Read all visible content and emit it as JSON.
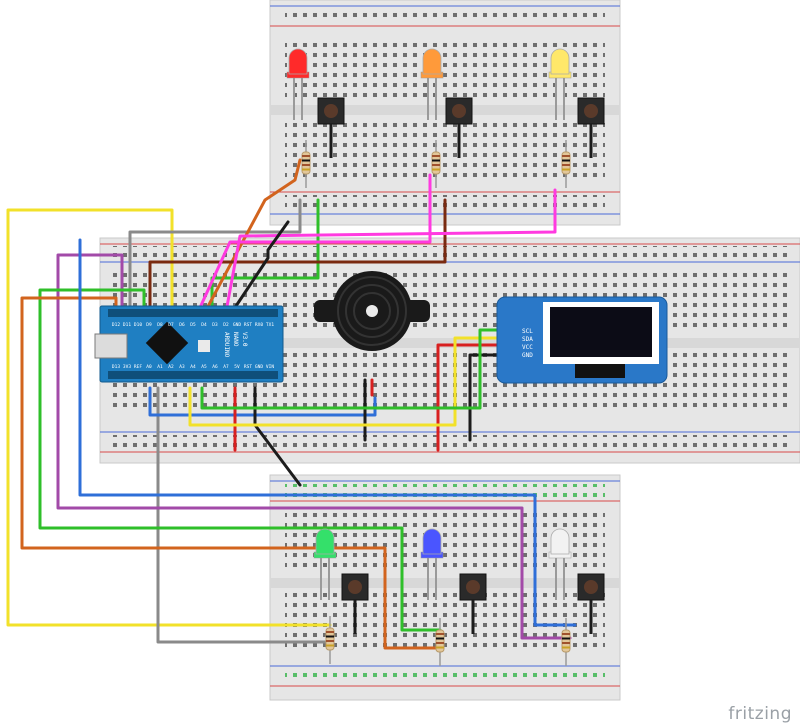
{
  "watermark": "fritzing",
  "nano": {
    "name_line1": "ARDUINO",
    "name_line2": "NANO",
    "version": "V3.0",
    "top_pins": [
      "D12",
      "D11",
      "D10",
      "D9",
      "D8",
      "D7",
      "D6",
      "D5",
      "D4",
      "D3",
      "D2",
      "GND",
      "RST",
      "RX0",
      "TX1"
    ],
    "bottom_pins": [
      "D13",
      "3V3",
      "REF",
      "A0",
      "A1",
      "A2",
      "A3",
      "A4",
      "A5",
      "A6",
      "A7",
      "5V",
      "RST",
      "GND",
      "VIN"
    ]
  },
  "oled": {
    "pins": [
      "SCL",
      "SDA",
      "VCC",
      "GND"
    ]
  },
  "leds": [
    {
      "label": "red",
      "color": "#ff2a2a"
    },
    {
      "label": "orange",
      "color": "#ff9a3a"
    },
    {
      "label": "yellow",
      "color": "#ffe86a"
    },
    {
      "label": "green",
      "color": "#34e06a"
    },
    {
      "label": "blue",
      "color": "#4a55ff"
    },
    {
      "label": "white",
      "color": "#f2f2f2"
    }
  ],
  "wire_colors": {
    "yellow": "#f2e12a",
    "gray": "#8a8a8a",
    "purple": "#a24aa8",
    "green": "#2fbf2a",
    "orange": "#d2641e",
    "blue": "#2f6fd8",
    "brown": "#7a2a10",
    "pink": "#ff3ae0",
    "red": "#d82020",
    "black": "#1c1c1c"
  }
}
